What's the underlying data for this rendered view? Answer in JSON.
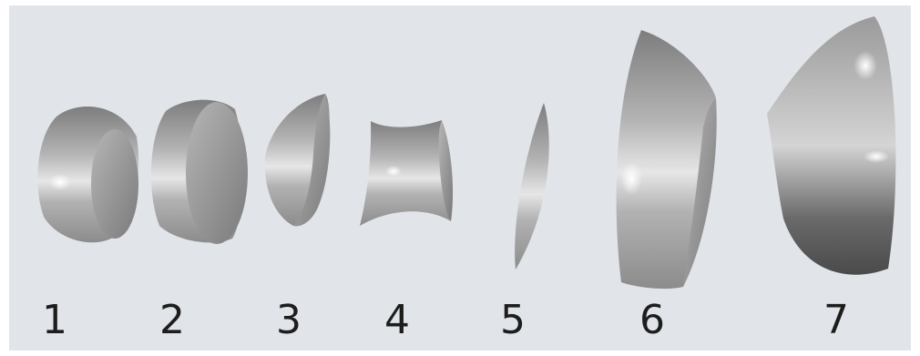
{
  "labels": [
    "1",
    "2",
    "3",
    "4",
    "5",
    "6",
    "7"
  ],
  "colors": {
    "panel_background": "#e1e4e9",
    "label_text": "#1d1d1d",
    "solid_light": "#eeeeee",
    "solid_mid": "#a8a8a8",
    "solid_dark": "#6e6e6e"
  }
}
